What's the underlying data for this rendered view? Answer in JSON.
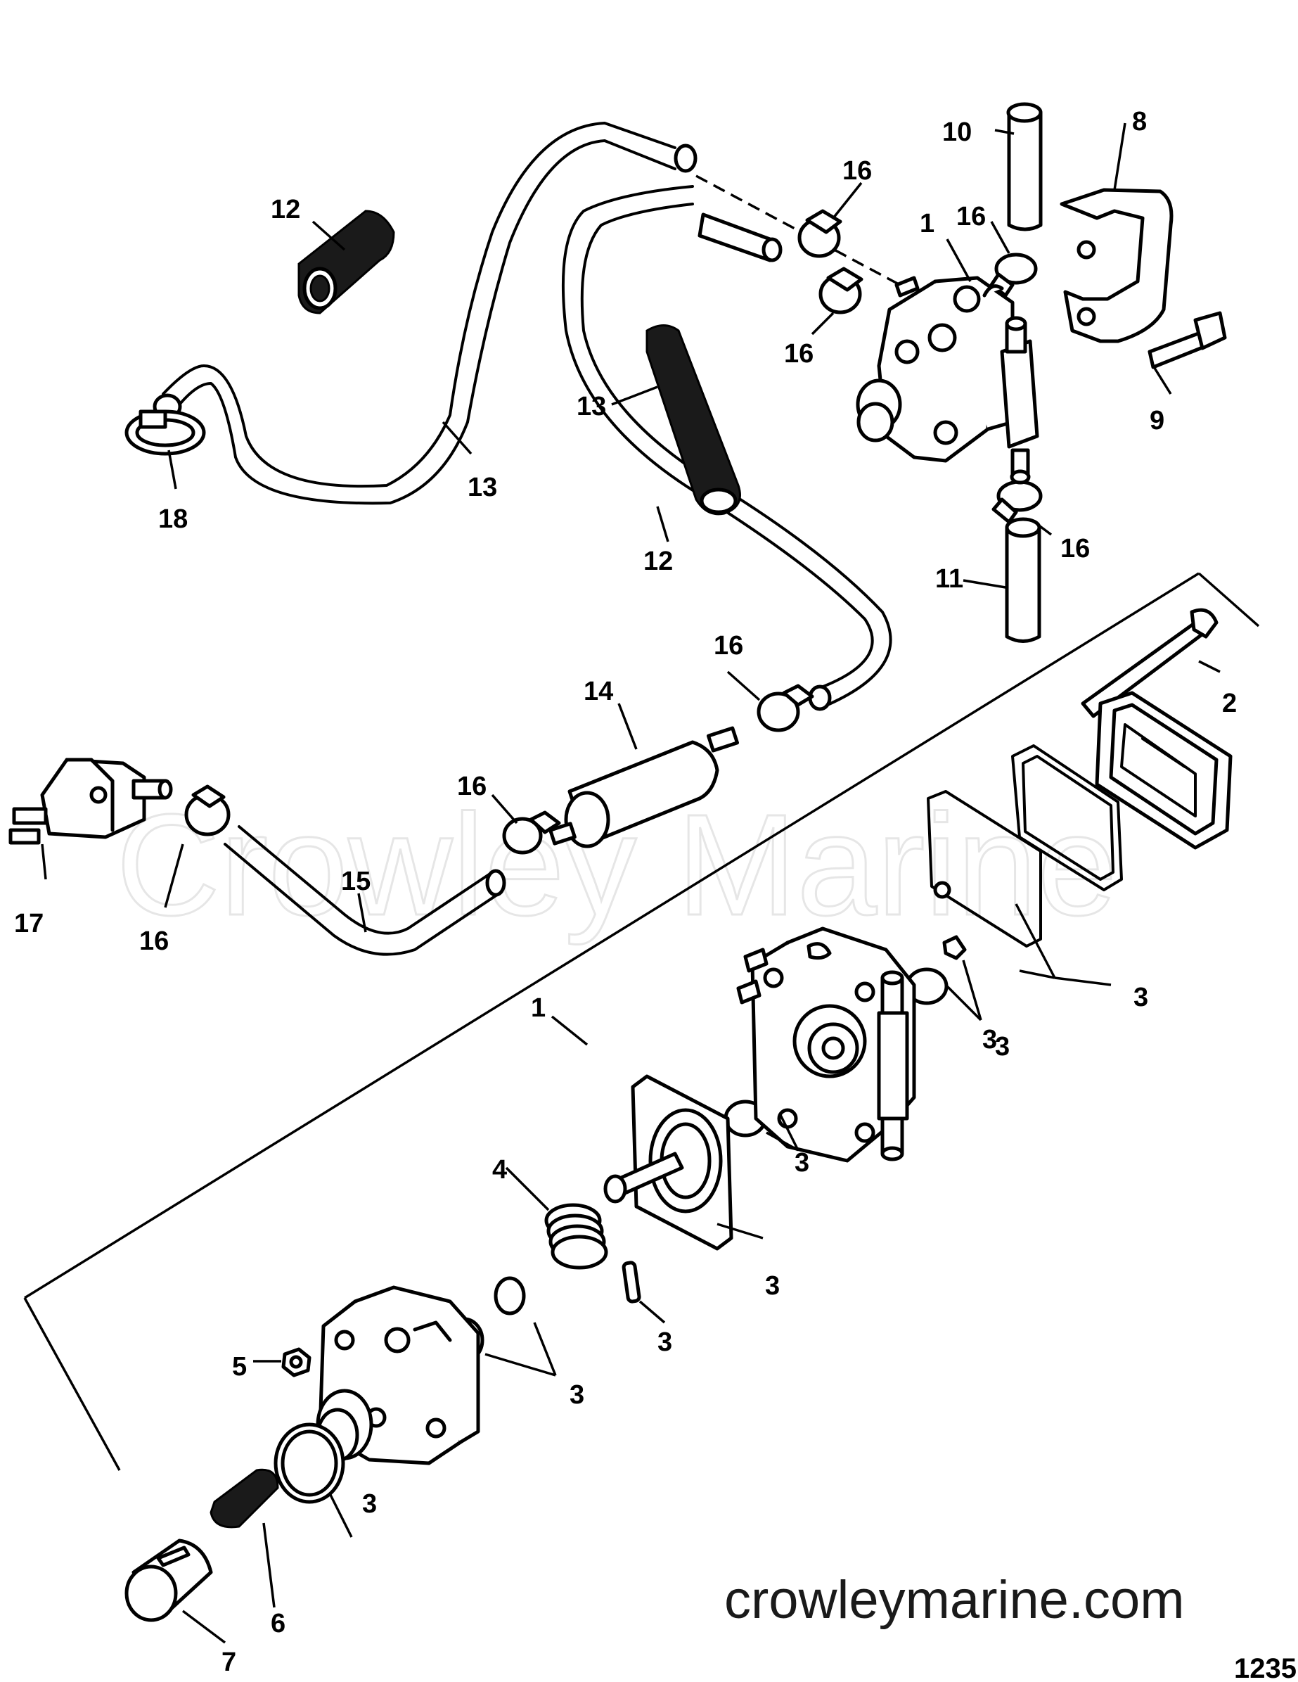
{
  "diagram": {
    "watermark": "Crowley Marine",
    "website": "crowleymarine.com",
    "figure_number": "1235",
    "callouts": [
      "1",
      "1",
      "2",
      "3",
      "3",
      "3",
      "3",
      "3",
      "3",
      "3",
      "3",
      "4",
      "5",
      "6",
      "7",
      "8",
      "9",
      "10",
      "11",
      "12",
      "12",
      "13",
      "13",
      "14",
      "15",
      "16",
      "16",
      "16",
      "16",
      "16",
      "16",
      "16",
      "17",
      "18"
    ]
  },
  "colors": {
    "line": "#000000",
    "background": "#ffffff",
    "watermark": "#e6e6e6"
  }
}
